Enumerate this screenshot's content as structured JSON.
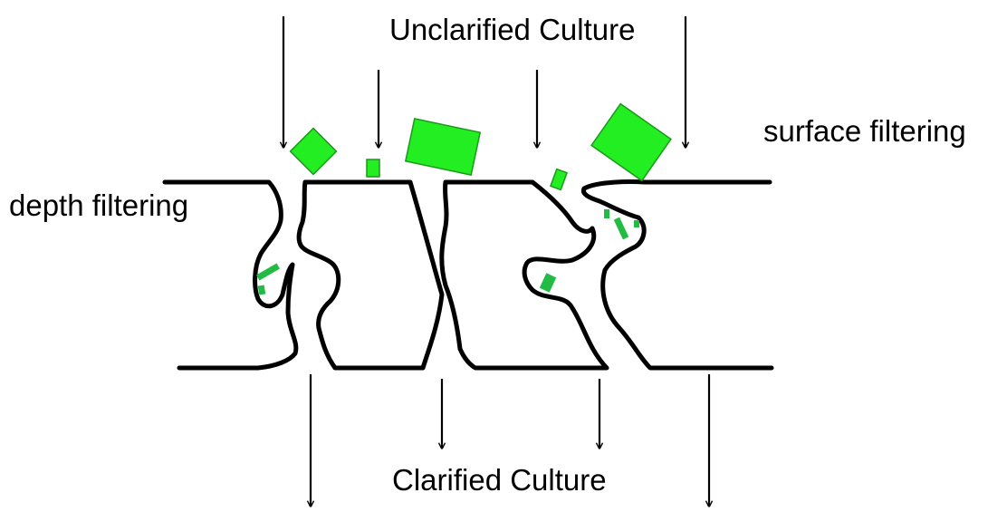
{
  "labels": {
    "top": "Unclarified Culture",
    "bottom": "Clarified Culture",
    "surface": "surface filtering",
    "depth": "depth filtering"
  },
  "colors": {
    "particle_fill": "#22ee22",
    "particle_stroke": "#1a9a1a",
    "trapped_particle": "#22bb44",
    "outline": "#000000"
  }
}
